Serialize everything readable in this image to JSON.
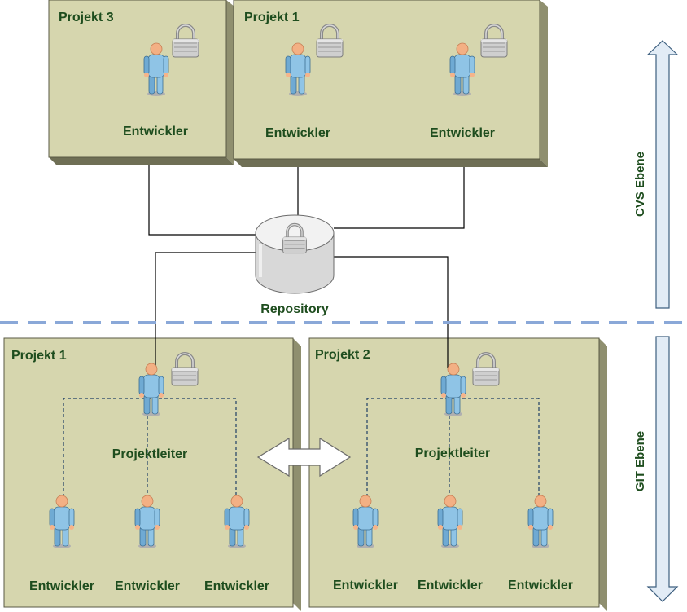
{
  "top_boxes": {
    "projekt3": {
      "title": "Projekt 3",
      "developer": "Entwickler"
    },
    "projekt1": {
      "title": "Projekt 1",
      "developer_left": "Entwickler",
      "developer_right": "Entwickler"
    }
  },
  "repository": {
    "label": "Repository"
  },
  "bottom_boxes": {
    "projekt1": {
      "title": "Projekt 1",
      "lead": "Projektleiter",
      "developers": [
        "Entwickler",
        "Entwickler",
        "Entwickler"
      ]
    },
    "projekt2": {
      "title": "Projekt 2",
      "lead": "Projektleiter",
      "developers": [
        "Entwickler",
        "Entwickler",
        "Entwickler"
      ]
    }
  },
  "levels": {
    "cvs": "CVS Ebene",
    "git": "GIT Ebene"
  },
  "icons": {
    "person": "person-icon",
    "lock": "padlock-icon",
    "db": "database-icon",
    "exchange": "double-arrow-icon"
  },
  "colors": {
    "box_fill": "#d6d6ae",
    "box_side": "#8f8f6f",
    "person": "#8fc4e6",
    "text": "#1e4d1e",
    "divider": "#8aa8d8"
  }
}
